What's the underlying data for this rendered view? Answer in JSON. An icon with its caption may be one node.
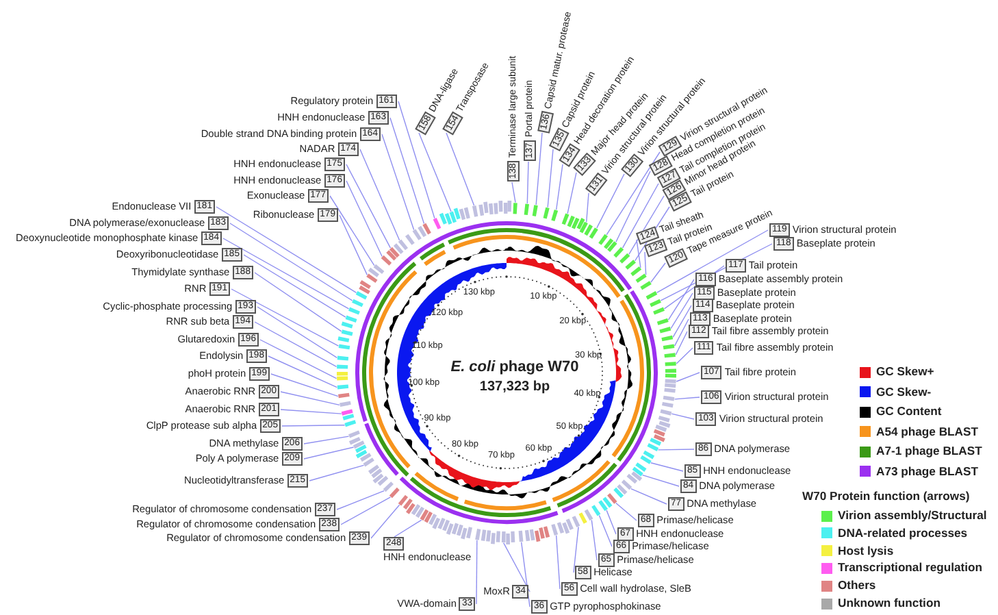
{
  "diagram": {
    "title": "*E. coli* phage W70",
    "nodes": [
      {
        "text": [
          "138",
          "Terminase large subunit"
        ]
      },
      {
        "text": [
          "137",
          "Portal protein"
        ]
      },
      {
        "text": [
          "136",
          "Capsid matur. protease"
        ]
      },
      {
        "text": [
          "135",
          "Capsid protein"
        ]
      },
      {
        "text": [
          "134",
          "Head decoration protein"
        ]
      },
      {
        "text": [
          "133",
          "Major head protein"
        ]
      },
      {
        "text": [
          "131",
          "Virion structural protein"
        ]
      },
      {
        "text": [
          "130",
          "Virion structural protein"
        ]
      },
      {
        "text": [
          "129",
          "Virion structural protein"
        ]
      },
      {
        "text": [
          "128",
          "Head completion protein"
        ]
      },
      {
        "text": [
          "127",
          "Tail completion protein"
        ]
      },
      {
        "text": [
          "126",
          "Minor head protein"
        ]
      },
      {
        "text": [
          "125",
          "Tail protein"
        ]
      },
      {
        "text": [
          "124",
          "Tail sheath"
        ]
      },
      {
        "text": [
          "123",
          "Tail protein"
        ]
      },
      {
        "text": [
          "120",
          "Tape measure protein"
        ]
      },
      {
        "text": [
          "119",
          "Virion structural protein"
        ]
      },
      {
        "text": [
          "118",
          "Baseplate protein"
        ]
      },
      {
        "text": [
          "117",
          "Tail protein"
        ]
      },
      {
        "text": [
          "116",
          "Baseplate assembly protein"
        ]
      },
      {
        "text": [
          "115",
          "Baseplate protein"
        ]
      },
      {
        "text": [
          "114",
          "Baseplate protein"
        ]
      },
      {
        "text": [
          "113",
          "Baseplate protein"
        ]
      },
      {
        "text": [
          "112",
          "Tail fibre assembly protein"
        ]
      },
      {
        "text": [
          "111",
          "Tail fibre assembly protein"
        ]
      },
      {
        "text": [
          "107",
          "Tail fibre protein"
        ]
      },
      {
        "text": [
          "106",
          "Virion structural protein"
        ]
      },
      {
        "text": [
          "103",
          "Virion structural protein"
        ]
      },
      {
        "text": [
          "86",
          "DNA polymerase"
        ]
      },
      {
        "text": [
          "85",
          "HNH endonuclease"
        ]
      },
      {
        "text": [
          "84",
          "DNA polymerase"
        ]
      },
      {
        "text": [
          "77",
          "DNA methylase"
        ]
      },
      {
        "text": [
          "68",
          "Primase/helicase"
        ]
      },
      {
        "text": [
          "67",
          "HNH endonuclease"
        ]
      },
      {
        "text": [
          "66",
          "Primase/helicase"
        ]
      },
      {
        "text": [
          "65",
          "Primase/helicase"
        ]
      },
      {
        "text": [
          "58",
          "Helicase"
        ]
      },
      {
        "text": [
          "56",
          "Cell wall hydrolase, SleB"
        ]
      },
      {
        "text": [
          "36",
          "GTP pyrophosphokinase"
        ]
      },
      {
        "text": [
          "MoxR",
          "34"
        ]
      },
      {
        "text": [
          "VWA-domain",
          "33"
        ]
      },
      {
        "text": [
          "248",
          "HNH endonuclease"
        ]
      },
      {
        "text": [
          "Regulator of chromosome condensation",
          "239"
        ]
      },
      {
        "text": [
          "Regulator of chromosome condensation",
          "238"
        ]
      },
      {
        "text": [
          "Regulator of chromosome condensation",
          "237"
        ]
      },
      {
        "text": [
          "Nucleotidyltransferase",
          "215"
        ]
      },
      {
        "text": [
          "Poly A polymerase",
          "209"
        ]
      },
      {
        "text": [
          "DNA methylase",
          "206"
        ]
      },
      {
        "text": [
          "ClpP protease sub alpha",
          "205"
        ]
      },
      {
        "text": [
          "Anaerobic RNR",
          "201"
        ]
      },
      {
        "text": [
          "Anaerobic RNR",
          "200"
        ]
      },
      {
        "text": [
          "phoH protein",
          "199"
        ]
      },
      {
        "text": [
          "Endolysin",
          "198"
        ]
      },
      {
        "text": [
          "Glutaredoxin",
          "196"
        ]
      },
      {
        "text": [
          "RNR sub beta",
          "194"
        ]
      },
      {
        "text": [
          "Cyclic-phosphate processing",
          "193"
        ]
      },
      {
        "text": [
          "RNR",
          "191"
        ]
      },
      {
        "text": [
          "Thymidylate synthase",
          "188"
        ]
      },
      {
        "text": [
          "Deoxyribonucleotidase",
          "185"
        ]
      },
      {
        "text": [
          "Deoxynucleotide monophosphate kinase",
          "184"
        ]
      },
      {
        "text": [
          "DNA polymerase/exonuclease",
          "183"
        ]
      },
      {
        "text": [
          "Endonuclease VII",
          "181"
        ]
      },
      {
        "text": [
          "Ribonuclease",
          "179"
        ]
      },
      {
        "text": [
          "Exonuclease",
          "177"
        ]
      },
      {
        "text": [
          "HNH endonuclease",
          "176"
        ]
      },
      {
        "text": [
          "HNH endonuclease",
          "175"
        ]
      },
      {
        "text": [
          "NADAR",
          "174"
        ]
      },
      {
        "text": [
          "Double strand DNA binding protein",
          "164"
        ]
      },
      {
        "text": [
          "HNH endonuclease",
          "163"
        ]
      },
      {
        "text": [
          "Regulatory protein",
          "161"
        ]
      },
      {
        "text": [
          "158",
          "DNA-ligase"
        ]
      },
      {
        "text": [
          "154",
          "Transposase"
        ]
      },
      {
        "text": [],
        "shape": "box"
      },
      {
        "text": [],
        "shape": "box"
      },
      {
        "text": [],
        "shape": "box"
      },
      {
        "text": [],
        "shape": "box"
      },
      {
        "text": [],
        "shape": "box"
      },
      {
        "text": [],
        "shape": "box"
      },
      {
        "text": [],
        "shape": "box"
      },
      {
        "text": [],
        "shape": "box"
      },
      {
        "text": [],
        "shape": "box"
      },
      {
        "text": [],
        "shape": "box"
      },
      {
        "text": [],
        "shape": "box"
      },
      {
        "text": [],
        "shape": "box"
      },
      {
        "text": [],
        "shape": "box"
      },
      {
        "text": [],
        "shape": "box"
      },
      {
        "text": [],
        "shape": "box"
      },
      {
        "text": [],
        "shape": "box"
      },
      {
        "text": [],
        "shape": "box"
      },
      {
        "text": [],
        "shape": "box"
      },
      {
        "text": [],
        "shape": "box"
      },
      {
        "text": [],
        "shape": "box"
      },
      {
        "text": [],
        "shape": "box"
      },
      {
        "text": [],
        "shape": "box"
      },
      {
        "text": [],
        "shape": "box"
      },
      {
        "text": [],
        "shape": "box"
      },
      {
        "text": [],
        "shape": "box"
      },
      {
        "text": [],
        "shape": "box"
      },
      {
        "text": [],
        "shape": "box"
      },
      {
        "text": [],
        "shape": "box"
      },
      {
        "text": [],
        "shape": "box"
      },
      {
        "text": [],
        "shape": "box"
      },
      {
        "text": [],
        "shape": "box"
      },
      {
        "text": [],
        "shape": "box"
      },
      {
        "text": [],
        "shape": "box"
      },
      {
        "text": [],
        "shape": "box"
      },
      {
        "text": [],
        "shape": "box"
      },
      {
        "text": [],
        "shape": "box"
      },
      {
        "text": [],
        "shape": "box"
      },
      {
        "text": [],
        "shape": "box"
      },
      {
        "text": [],
        "shape": "box"
      },
      {
        "text": [],
        "shape": "box"
      },
      {
        "text": [],
        "shape": "box"
      },
      {
        "text": [],
        "shape": "box"
      },
      {
        "text": [],
        "shape": "box"
      },
      {
        "text": [],
        "shape": "box"
      },
      {
        "text": [],
        "shape": "box"
      },
      {
        "text": [],
        "shape": "box"
      },
      {
        "text": [],
        "shape": "box"
      },
      {
        "text": [],
        "shape": "box"
      },
      {
        "text": [],
        "shape": "box"
      },
      {
        "text": [],
        "shape": "box"
      },
      {
        "text": [],
        "shape": "box"
      },
      {
        "text": [],
        "shape": "box"
      },
      {
        "text": [],
        "shape": "box"
      },
      {
        "text": [],
        "shape": "box"
      },
      {
        "text": [],
        "shape": "box"
      },
      {
        "text": [],
        "shape": "box"
      },
      {
        "text": [],
        "shape": "box"
      },
      {
        "text": [],
        "shape": "box"
      },
      {
        "text": [],
        "shape": "box"
      },
      {
        "text": [],
        "shape": "box"
      },
      {
        "text": [],
        "shape": "box"
      },
      {
        "text": [],
        "shape": "box"
      },
      {
        "text": [],
        "shape": "box"
      },
      {
        "text": [],
        "shape": "box"
      },
      {
        "text": [],
        "shape": "box"
      },
      {
        "text": [],
        "shape": "box"
      },
      {
        "text": [],
        "shape": "box"
      },
      {
        "text": [],
        "shape": "box"
      },
      {
        "text": [],
        "shape": "box"
      },
      {
        "text": [],
        "shape": "box"
      },
      {
        "text": [],
        "shape": "box"
      },
      {
        "text": [],
        "shape": "box"
      }
    ],
    "edges": [
      {
        "from": 0,
        "to": 72,
        "arrow": "none"
      },
      {
        "from": 1,
        "to": 73,
        "arrow": "none"
      },
      {
        "from": 2,
        "to": 74,
        "arrow": "none"
      },
      {
        "from": 3,
        "to": 75,
        "arrow": "none"
      },
      {
        "from": 4,
        "to": 76,
        "arrow": "none"
      },
      {
        "from": 5,
        "to": 77,
        "arrow": "none"
      },
      {
        "from": 6,
        "to": 78,
        "arrow": "none"
      },
      {
        "from": 7,
        "to": 79,
        "arrow": "none"
      },
      {
        "from": 8,
        "to": 80,
        "arrow": "none"
      },
      {
        "from": 9,
        "to": 81,
        "arrow": "none"
      },
      {
        "from": 10,
        "to": 82,
        "arrow": "none"
      },
      {
        "from": 11,
        "to": 83,
        "arrow": "none"
      },
      {
        "from": 12,
        "to": 84,
        "arrow": "none"
      },
      {
        "from": 13,
        "to": 85,
        "arrow": "none"
      },
      {
        "from": 14,
        "to": 86,
        "arrow": "none"
      },
      {
        "from": 15,
        "to": 87,
        "arrow": "none"
      },
      {
        "from": 16,
        "to": 88,
        "arrow": "none"
      },
      {
        "from": 17,
        "to": 89,
        "arrow": "none"
      },
      {
        "from": 18,
        "to": 90,
        "arrow": "none"
      },
      {
        "from": 19,
        "to": 91,
        "arrow": "none"
      },
      {
        "from": 20,
        "to": 92,
        "arrow": "none"
      },
      {
        "from": 21,
        "to": 93,
        "arrow": "none"
      },
      {
        "from": 22,
        "to": 94,
        "arrow": "none"
      },
      {
        "from": 23,
        "to": 95,
        "arrow": "none"
      },
      {
        "from": 24,
        "to": 96,
        "arrow": "none"
      },
      {
        "from": 25,
        "to": 97,
        "arrow": "none"
      },
      {
        "from": 26,
        "to": 98,
        "arrow": "none"
      },
      {
        "from": 27,
        "to": 99,
        "arrow": "none"
      },
      {
        "from": 28,
        "to": 100,
        "arrow": "none"
      },
      {
        "from": 29,
        "to": 101,
        "arrow": "none"
      },
      {
        "from": 30,
        "to": 102,
        "arrow": "none"
      },
      {
        "from": 31,
        "to": 103,
        "arrow": "none"
      },
      {
        "from": 32,
        "to": 104,
        "arrow": "none"
      },
      {
        "from": 33,
        "to": 105,
        "arrow": "none"
      },
      {
        "from": 34,
        "to": 106,
        "arrow": "none"
      },
      {
        "from": 35,
        "to": 107,
        "arrow": "none"
      },
      {
        "from": 36,
        "to": 108,
        "arrow": "none"
      },
      {
        "from": 37,
        "to": 109,
        "arrow": "none"
      },
      {
        "from": 38,
        "to": 110,
        "arrow": "none"
      },
      {
        "from": 39,
        "to": 111,
        "arrow": "none"
      },
      {
        "from": 40,
        "to": 112,
        "arrow": "none"
      },
      {
        "from": 41,
        "to": 113,
        "arrow": "none"
      },
      {
        "from": 42,
        "to": 114,
        "arrow": "none"
      },
      {
        "from": 43,
        "to": 115,
        "arrow": "none"
      },
      {
        "from": 44,
        "to": 116,
        "arrow": "none"
      },
      {
        "from": 45,
        "to": 117,
        "arrow": "none"
      },
      {
        "from": 46,
        "to": 118,
        "arrow": "none"
      },
      {
        "from": 47,
        "to": 119,
        "arrow": "none"
      },
      {
        "from": 48,
        "to": 120,
        "arrow": "none"
      },
      {
        "from": 49,
        "to": 121,
        "arrow": "none"
      },
      {
        "from": 50,
        "to": 122,
        "arrow": "none"
      },
      {
        "from": 51,
        "to": 123,
        "arrow": "none"
      },
      {
        "from": 52,
        "to": 124,
        "arrow": "none"
      },
      {
        "from": 53,
        "to": 125,
        "arrow": "none"
      },
      {
        "from": 54,
        "to": 126,
        "arrow": "none"
      },
      {
        "from": 55,
        "to": 127,
        "arrow": "none"
      },
      {
        "from": 56,
        "to": 128,
        "arrow": "none"
      },
      {
        "from": 57,
        "to": 129,
        "arrow": "none"
      },
      {
        "from": 58,
        "to": 130,
        "arrow": "none"
      },
      {
        "from": 59,
        "to": 131,
        "arrow": "none"
      },
      {
        "from": 60,
        "to": 132,
        "arrow": "none"
      },
      {
        "from": 61,
        "to": 133,
        "arrow": "none"
      },
      {
        "from": 62,
        "to": 134,
        "arrow": "none"
      },
      {
        "from": 63,
        "to": 135,
        "arrow": "none"
      },
      {
        "from": 64,
        "to": 136,
        "arrow": "none"
      },
      {
        "from": 65,
        "to": 137,
        "arrow": "none"
      },
      {
        "from": 66,
        "to": 138,
        "arrow": "none"
      },
      {
        "from": 67,
        "to": 139,
        "arrow": "none"
      },
      {
        "from": 68,
        "to": 140,
        "arrow": "none"
      },
      {
        "from": 69,
        "to": 141,
        "arrow": "none"
      },
      {
        "from": 70,
        "to": 142,
        "arrow": "none"
      },
      {
        "from": 71,
        "to": 143,
        "arrow": "none"
      }
    ],
    "labels": [
      "137,323 bp",
      "10 kbp",
      "20 kbp",
      "30 kbp",
      "40 kbp",
      "50 kbp",
      "60 kbp",
      "70 kbp",
      "80 kbp",
      "90 kbp",
      "100 kbp",
      "110 kbp",
      "120 kbp",
      "130 kbp",
      "W70 Protein function (arrows)"
    ],
    "legend": [
      {
        "text": "GC Skew+",
        "color": "#e8141b"
      },
      {
        "text": "GC Skew-",
        "color": "#0a18f0"
      },
      {
        "text": "GC Content",
        "color": "#000000"
      },
      {
        "text": "A54 phage BLAST",
        "color": "#f7941d"
      },
      {
        "text": "A7-1 phage BLAST",
        "color": "#3b9a16"
      },
      {
        "text": "A73 phage BLAST",
        "color": "#9b30f0"
      },
      {
        "text": "Virion assembly/Structural",
        "color": "#5cf04c"
      },
      {
        "text": "DNA-related processes",
        "color": "#4cf0f0"
      },
      {
        "text": "Host lysis",
        "color": "#f4f040"
      },
      {
        "text": "Transcriptional regulation",
        "color": "#ff5cf0"
      },
      {
        "text": "Others",
        "color": "#e08484"
      },
      {
        "text": "Unknown function",
        "color": "#a8a8a8"
      }
    ]
  }
}
